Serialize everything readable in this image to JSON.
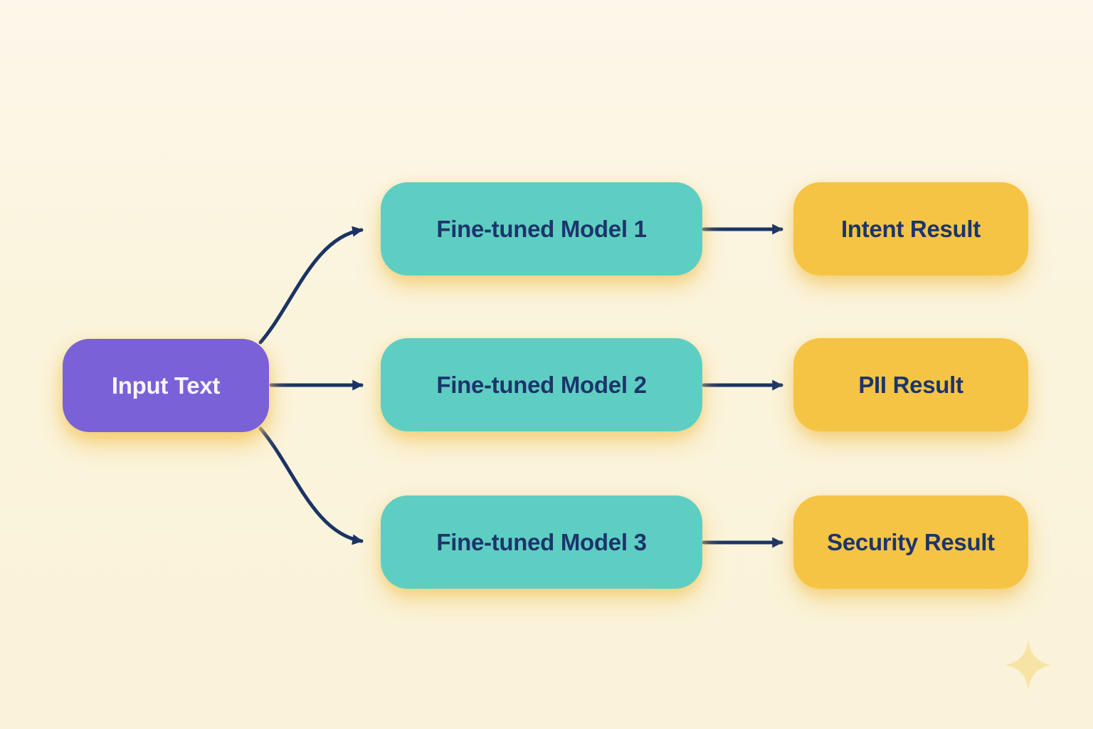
{
  "diagram": {
    "background_color": "#FBF4DC",
    "colors": {
      "input_node_fill": "#7A61D8",
      "model_node_fill": "#5FCEC2",
      "result_node_fill": "#F6C444",
      "connector_stroke": "#1B3364",
      "node_text_dark": "#1C356B",
      "node_text_light": "#F7F5FD",
      "glow_shadow": "#F3CD6E",
      "sparkle_fill": "#F7E3A4"
    },
    "nodes": {
      "input": {
        "label": "Input Text"
      },
      "model1": {
        "label": "Fine-tuned Model 1"
      },
      "model2": {
        "label": "Fine-tuned Model 2"
      },
      "model3": {
        "label": "Fine-tuned Model 3"
      },
      "result1": {
        "label": "Intent Result"
      },
      "result2": {
        "label": "PII Result"
      },
      "result3": {
        "label": "Security Result"
      }
    },
    "edges": [
      {
        "from": "Input Text",
        "to": "Fine-tuned Model 1"
      },
      {
        "from": "Input Text",
        "to": "Fine-tuned Model 2"
      },
      {
        "from": "Input Text",
        "to": "Fine-tuned Model 3"
      },
      {
        "from": "Fine-tuned Model 1",
        "to": "Intent Result"
      },
      {
        "from": "Fine-tuned Model 2",
        "to": "PII Result"
      },
      {
        "from": "Fine-tuned Model 3",
        "to": "Security Result"
      }
    ],
    "decoration": {
      "sparkle_icon": "four-point-sparkle"
    }
  }
}
